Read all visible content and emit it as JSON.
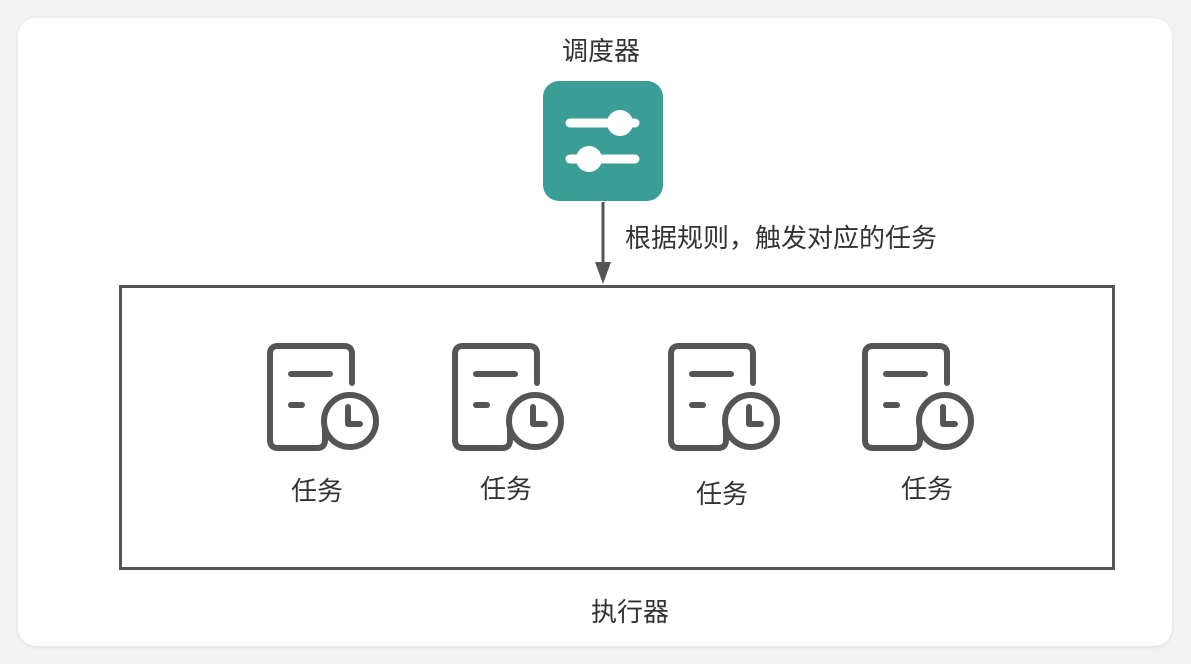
{
  "scheduler": {
    "title": "调度器",
    "icon": "sliders-icon",
    "color": "#3a9e96"
  },
  "edge": {
    "label": "根据规则，触发对应的任务"
  },
  "executor": {
    "title": "执行器"
  },
  "tasks": [
    {
      "label": "任务",
      "icon": "task-clock-icon"
    },
    {
      "label": "任务",
      "icon": "task-clock-icon"
    },
    {
      "label": "任务",
      "icon": "task-clock-icon"
    },
    {
      "label": "任务",
      "icon": "task-clock-icon"
    }
  ],
  "colors": {
    "icon_stroke": "#555555",
    "text": "#333333",
    "arrow": "#555555"
  }
}
